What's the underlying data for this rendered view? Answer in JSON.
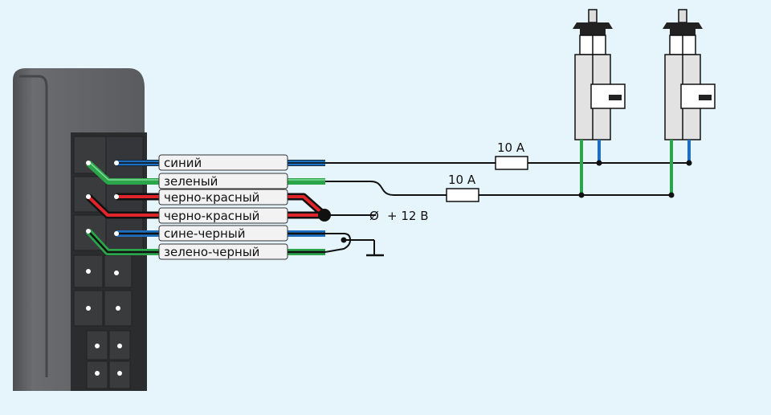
{
  "wire_labels": [
    {
      "id": "blue",
      "text": "синий"
    },
    {
      "id": "green",
      "text": "зеленый"
    },
    {
      "id": "blackred1",
      "text": "черно-красный"
    },
    {
      "id": "blackred2",
      "text": "черно-красный"
    },
    {
      "id": "blueblack",
      "text": "сине-черный"
    },
    {
      "id": "greenblack",
      "text": "зелено-черный"
    }
  ],
  "fuses": {
    "upper": "10 A",
    "lower": "10 A"
  },
  "supply": {
    "symbol": "Ø",
    "voltage": "+ 12 B"
  },
  "colors": {
    "background": "#e6f4fc",
    "blue_wire": "#1f6fc0",
    "green_wire": "#2aa54a",
    "red_wire": "#e0242b",
    "black_wire": "#111111",
    "module_body": "#5f6063"
  }
}
